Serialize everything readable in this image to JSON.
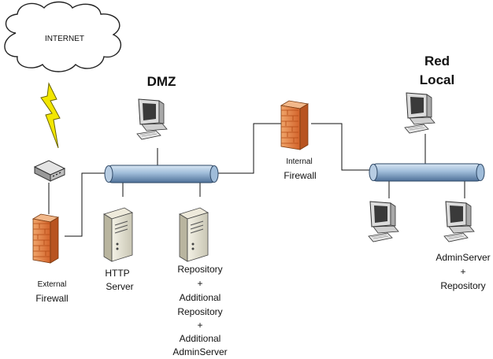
{
  "title": "Network diagram: Internet, DMZ and Local network",
  "nodes": {
    "internet": {
      "label": "INTERNET",
      "kind": "cloud"
    },
    "router": {
      "label": "",
      "kind": "router/hub"
    },
    "external_firewall": {
      "label_line1": "External",
      "label_line2": "Firewall",
      "kind": "firewall"
    },
    "dmz_zone": {
      "label": "DMZ"
    },
    "dmz_workstation": {
      "label": "",
      "kind": "workstation"
    },
    "http_server": {
      "label_line1": "HTTP",
      "label_line2": "Server",
      "kind": "server"
    },
    "repository_server": {
      "lines": [
        "Repository",
        "+",
        "Additional",
        "Repository",
        "+",
        "Additional",
        "AdminServer"
      ],
      "kind": "server"
    },
    "internal_firewall": {
      "label_line1": "Internal",
      "label_line2": "Firewall",
      "kind": "firewall"
    },
    "local_zone": {
      "label_line1": "Red",
      "label_line2": "Local"
    },
    "local_workstation_top": {
      "label": "",
      "kind": "workstation"
    },
    "local_workstation_left": {
      "label": "",
      "kind": "workstation"
    },
    "local_workstation_admin": {
      "lines": [
        "AdminServer",
        "+",
        "Repository"
      ],
      "kind": "workstation"
    }
  },
  "colors": {
    "bus_fill": "#9fbcd9",
    "bus_dark": "#4f7199",
    "firewall_orange": "#e07b39",
    "lightning_yellow": "#f2e600",
    "line": "#111111"
  }
}
